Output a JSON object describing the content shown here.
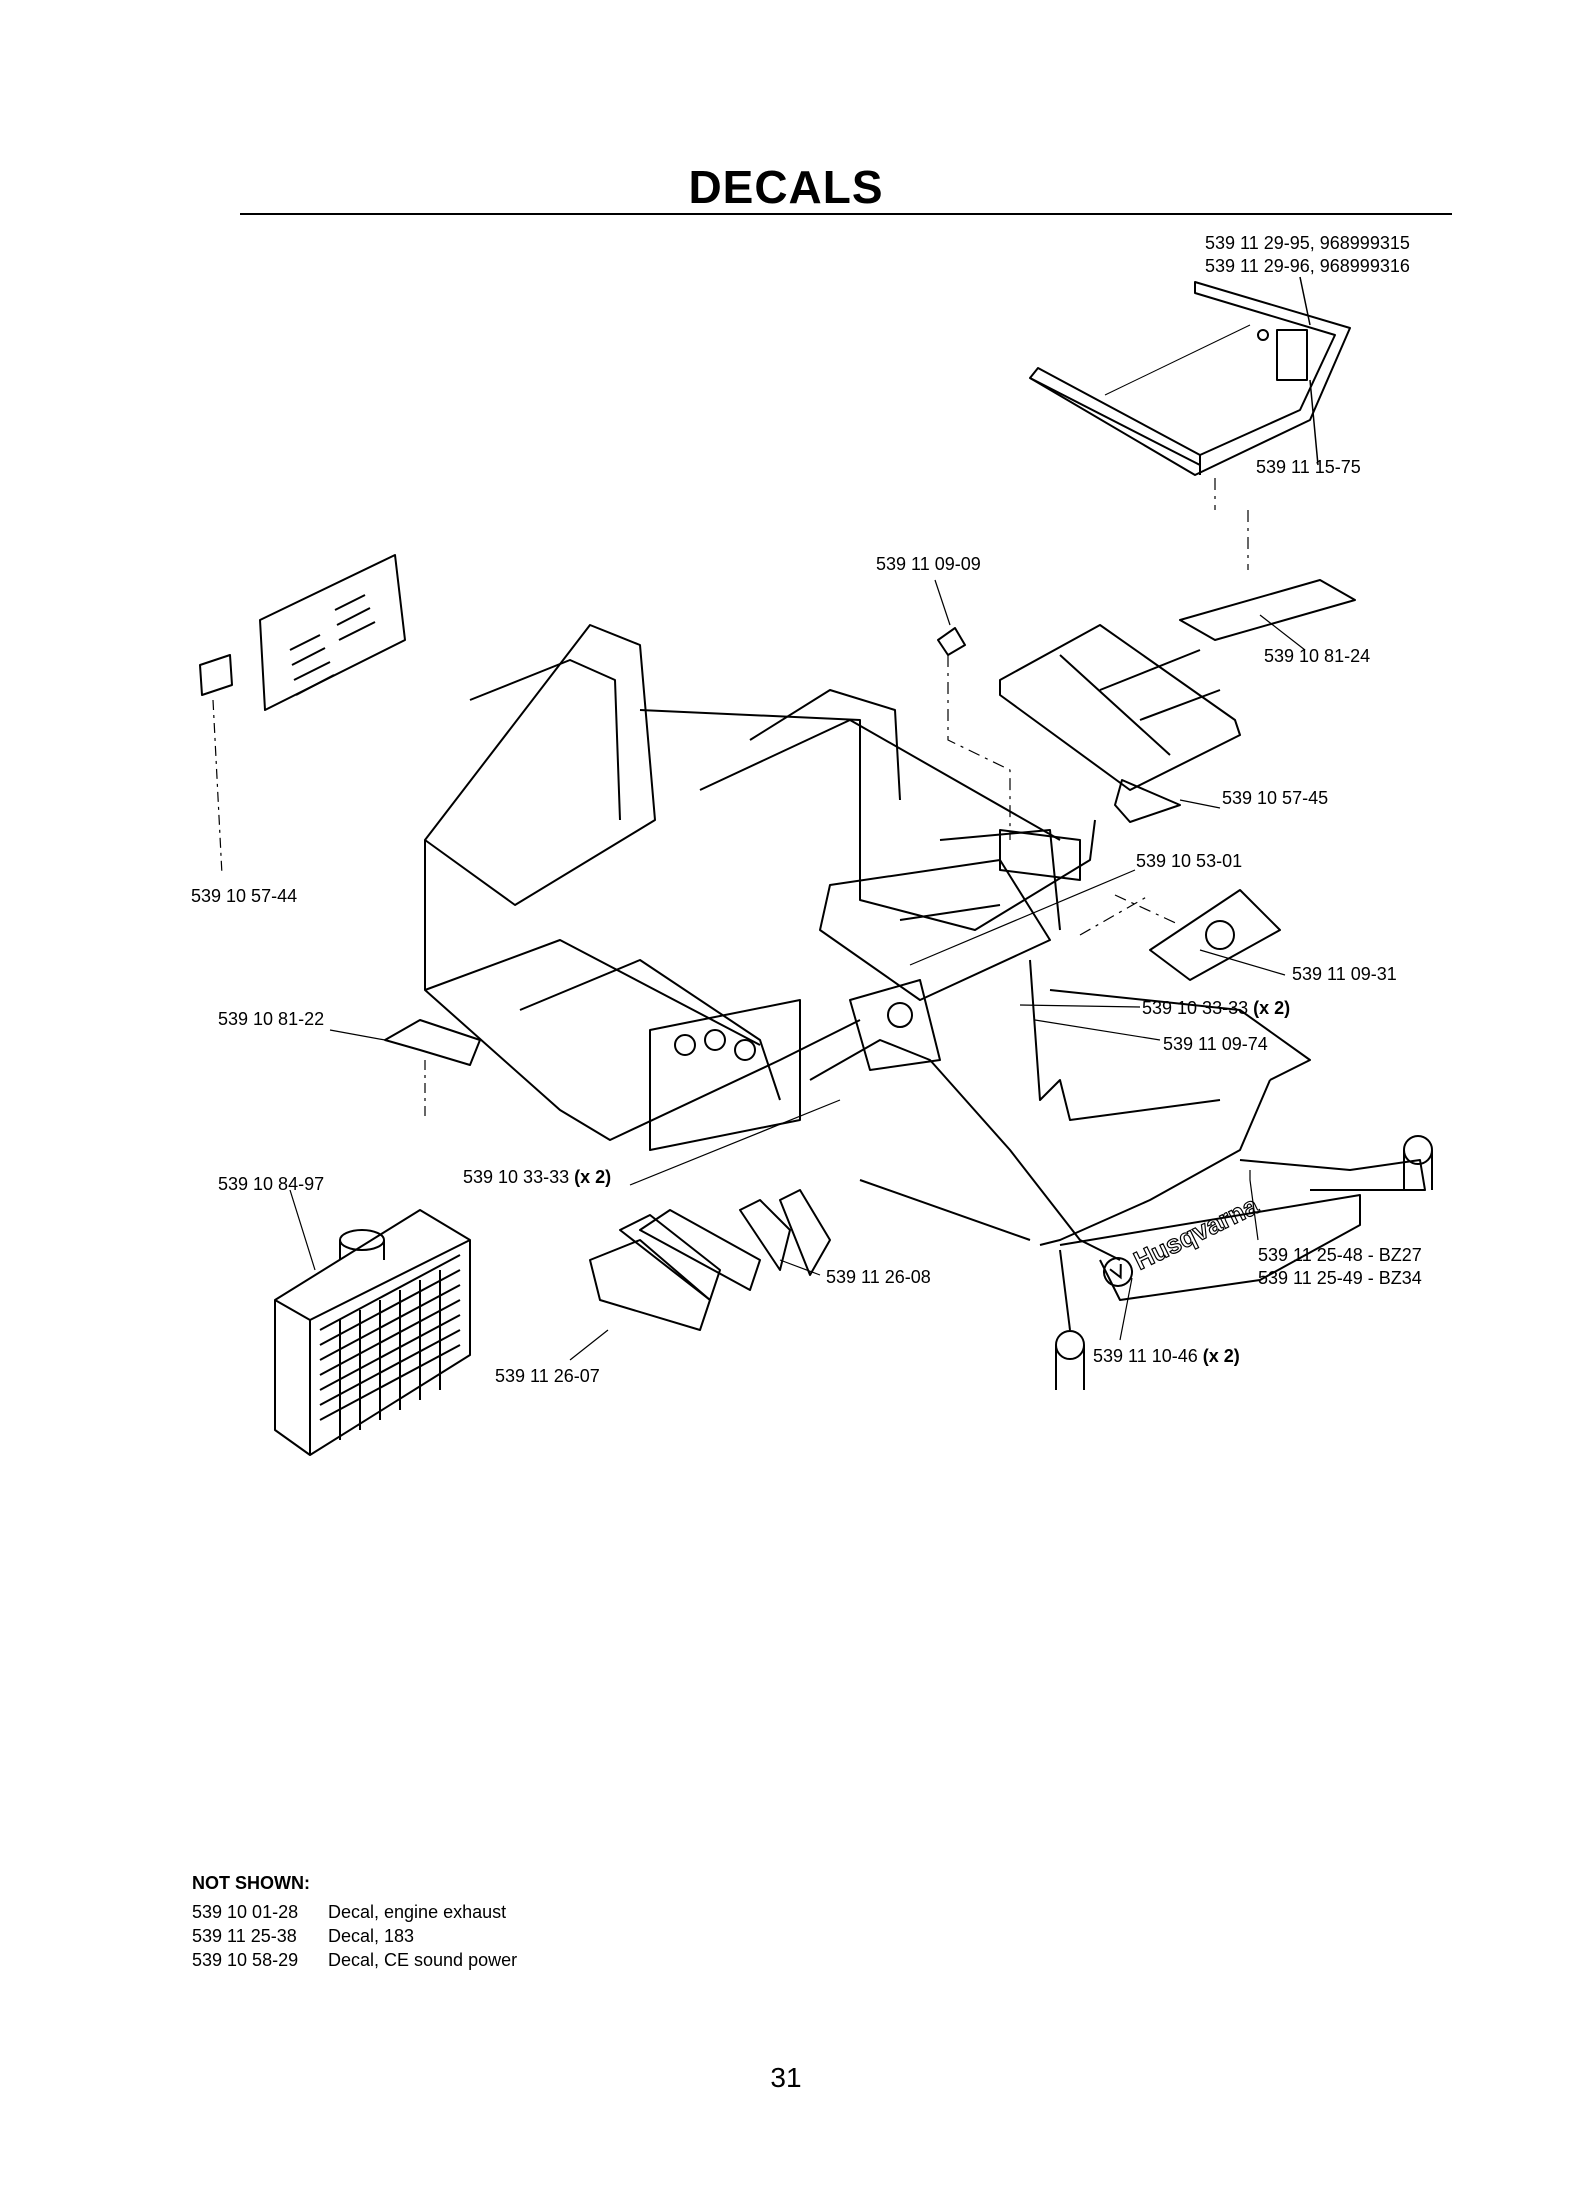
{
  "title": "DECALS",
  "callouts": {
    "c1_line1": "539 11 29-95, 968999315",
    "c1_line2": "539 11 29-96, 968999316",
    "c2": "539 11 15-75",
    "c3": "539 11 09-09",
    "c4": "539 10 81-24",
    "c5": "539 10 57-45",
    "c6": "539 10 53-01",
    "c7": "539 10 57-44",
    "c8": "539 11 09-31",
    "c9": "539 10 33-33",
    "c9_qty": "(x 2)",
    "c10": "539 10 81-22",
    "c11": "539 11 09-74",
    "c12": "539 10 84-97",
    "c13": "539 10 33-33",
    "c13_qty": "(x 2)",
    "c14": "539 11 26-08",
    "c15_line1": "539 11 25-48 - BZ27",
    "c15_line2": "539 11 25-49 - BZ34",
    "c16": "539 11 10-46",
    "c16_qty": "(x 2)",
    "c17": "539 11 26-07"
  },
  "brand_logo_text": "Husqvarna",
  "not_shown": {
    "heading": "NOT SHOWN:",
    "items": [
      {
        "part": "539 10 01-28",
        "desc": "Decal, engine exhaust"
      },
      {
        "part": "539 11 25-38",
        "desc": "Decal, 183"
      },
      {
        "part": "539 10 58-29",
        "desc": "Decal, CE sound power"
      }
    ]
  },
  "page_number": "31"
}
